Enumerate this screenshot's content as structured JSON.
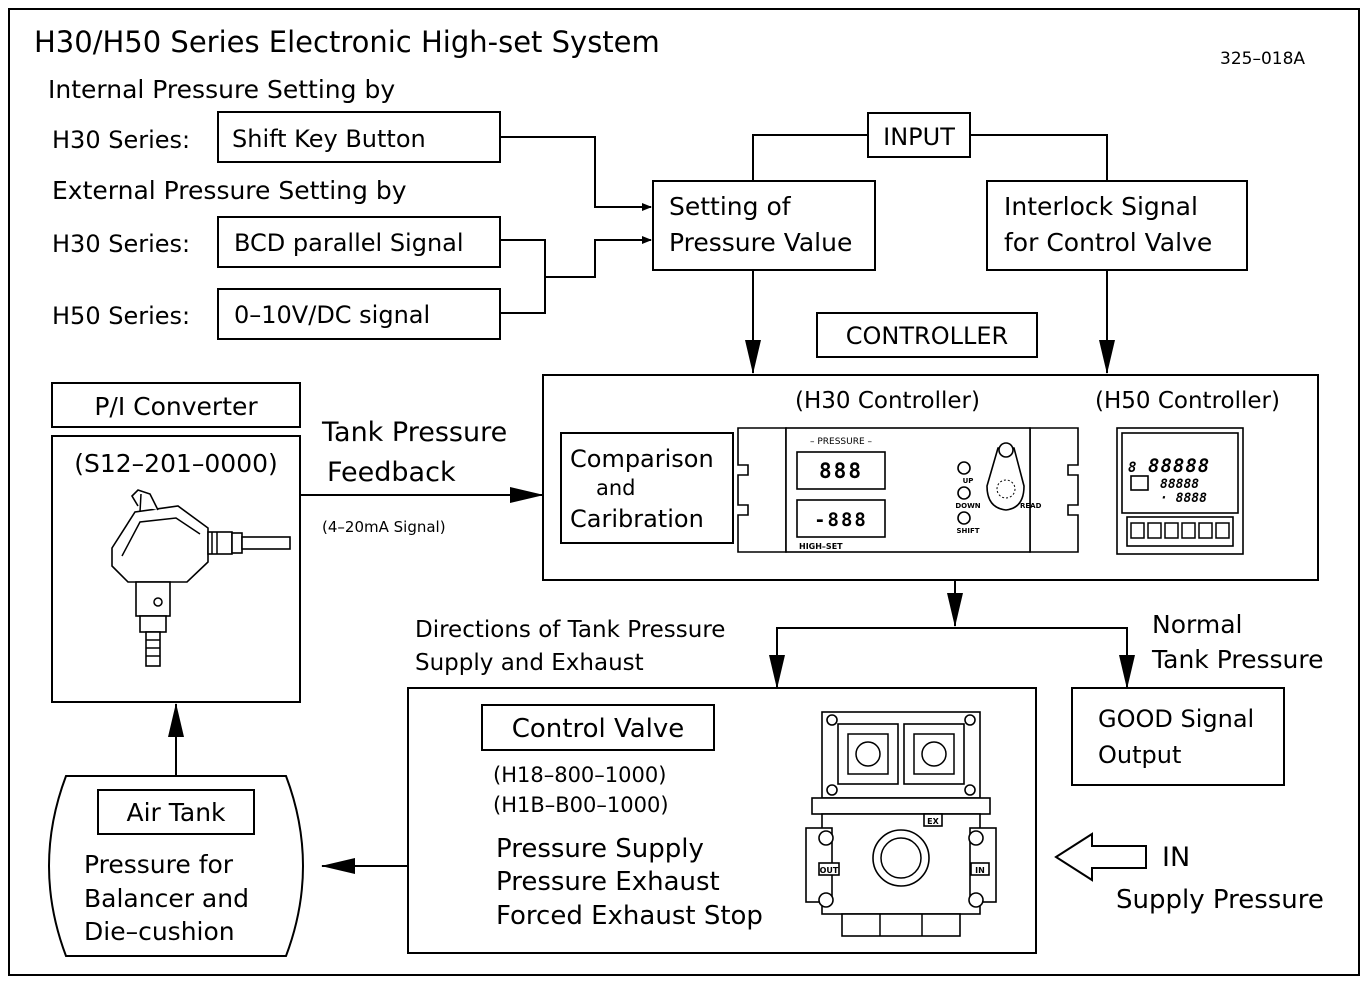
{
  "title": "H30/H50 Series Electronic High-set System",
  "doc_number": "325–018A",
  "input_setting": {
    "internal_heading": "Internal Pressure Setting by",
    "external_heading": "External Pressure Setting by",
    "h30_label_1": "H30 Series:",
    "h30_label_2": "H30 Series:",
    "h50_label": "H50 Series:",
    "shift_key": "Shift Key Button",
    "bcd_signal": "BCD parallel Signal",
    "analog_signal": "0–10V/DC signal"
  },
  "input": {
    "label": "INPUT",
    "setting_line1": "Setting of",
    "setting_line2": "Pressure Value",
    "interlock_line1": "Interlock Signal",
    "interlock_line2": "for Control Valve"
  },
  "controller": {
    "label": "CONTROLLER",
    "h30_title": "(H30 Controller)",
    "h50_title": "(H50 Controller)",
    "comparison_line1": "Comparison",
    "comparison_line2": "and",
    "comparison_line3": "Caribration",
    "panel": {
      "pressure_label": "– PRESSURE –",
      "display_top": "888",
      "display_bottom": "-888",
      "high_set_label": "HIGH–SET",
      "up_label": "UP",
      "down_label": "DOWN",
      "shift_label": "SHIFT",
      "read_label": "READ",
      "h50_small_digit": "8",
      "h50_display_main": "88888",
      "h50_display_row2": "88888",
      "h50_display_row3": "· 8888"
    }
  },
  "converter": {
    "label": "P/I  Converter",
    "part_number": "(S12–201–0000)"
  },
  "feedback": {
    "line1": "Tank Pressure",
    "line2": "Feedback",
    "signal": "(4–20mA Signal)"
  },
  "directions": {
    "line1": "Directions of Tank Pressure",
    "line2": "Supply and Exhaust"
  },
  "normal": {
    "line1": "Normal",
    "line2": "Tank Pressure"
  },
  "good_signal": {
    "line1": "GOOD Signal",
    "line2": "Output"
  },
  "valve": {
    "label": "Control Valve",
    "part1": "(H18–800–1000)",
    "part2": "(H1B–B00–1000)",
    "func1": "Pressure Supply",
    "func2": "Pressure Exhaust",
    "func3": "Forced Exhaust Stop",
    "port_ex": "EX",
    "port_out": "OUT",
    "port_in": "IN"
  },
  "air_tank": {
    "label": "Air Tank",
    "line1": "Pressure for",
    "line2": "Balancer and",
    "line3": "Die–cushion"
  },
  "supply": {
    "in_label": "IN",
    "label": "Supply Pressure"
  }
}
